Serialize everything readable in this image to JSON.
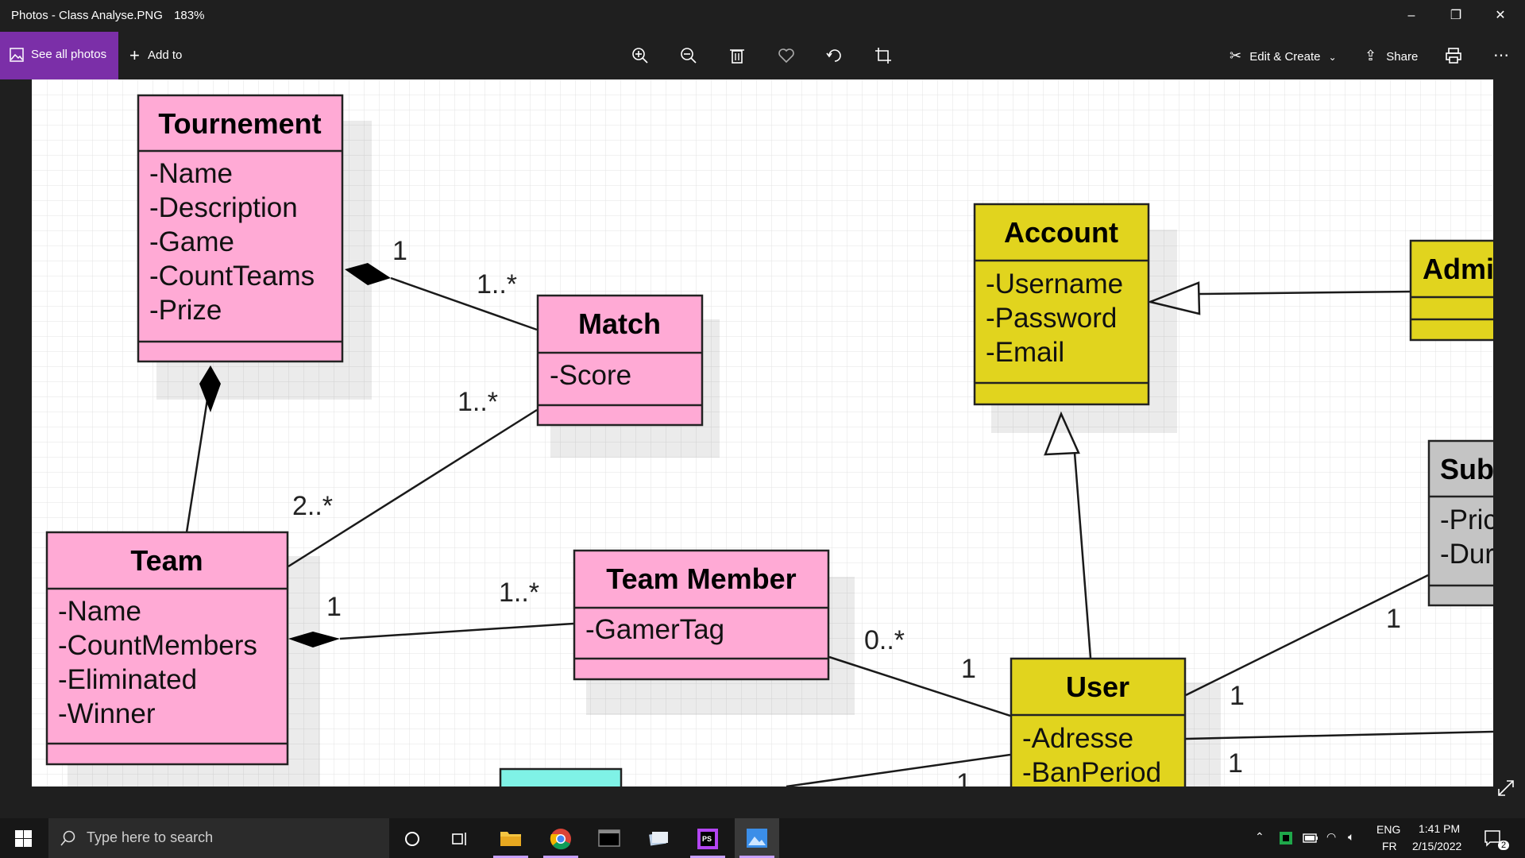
{
  "window": {
    "title": "Photos - Class Analyse.PNG",
    "zoom": "183%",
    "minimize": "–",
    "maximize": "❐",
    "close": "✕"
  },
  "toolbar": {
    "see_all": "See all photos",
    "add_to": "Add to",
    "edit_create": "Edit & Create",
    "share": "Share",
    "more": "⋯"
  },
  "diagram": {
    "classes": {
      "tournement": {
        "title": "Tournement",
        "attrs": [
          "-Name",
          "-Description",
          "-Game",
          "-CountTeams",
          "-Prize"
        ]
      },
      "match": {
        "title": "Match",
        "attrs": [
          "-Score"
        ]
      },
      "team": {
        "title": "Team",
        "attrs": [
          "-Name",
          "-CountMembers",
          "-Eliminated",
          "-Winner"
        ]
      },
      "team_member": {
        "title": "Team Member",
        "attrs": [
          "-GamerTag"
        ]
      },
      "account": {
        "title": "Account",
        "attrs": [
          "-Username",
          "-Password",
          "-Email"
        ]
      },
      "admin": {
        "title": "Admi"
      },
      "user": {
        "title": "User",
        "attrs": [
          "-Adresse",
          "-BanPeriod"
        ]
      },
      "sub": {
        "title": "Sub",
        "attrs": [
          "-Pric",
          "-Dur"
        ]
      }
    },
    "multiplicities": {
      "tour_match_1": "1",
      "tour_match_many": "1..*",
      "match_team_many": "1..*",
      "team_match_many": "2..*",
      "team_member_1": "1",
      "team_member_many": "1..*",
      "member_user_many": "0..*",
      "member_user_1": "1",
      "user_sub_1a": "1",
      "user_sub_1b": "1",
      "user_right_1": "1",
      "user_bottom_1": "1"
    },
    "colors": {
      "pink": "#ffaad5",
      "yellow": "#e1d41e",
      "gray": "#c4c4c4",
      "cyan": "#7ff2e6"
    }
  },
  "taskbar": {
    "search_placeholder": "Type here to search",
    "lang_top": "ENG",
    "lang_bottom": "FR",
    "time": "1:41 PM",
    "date": "2/15/2022",
    "notifications": "2"
  }
}
